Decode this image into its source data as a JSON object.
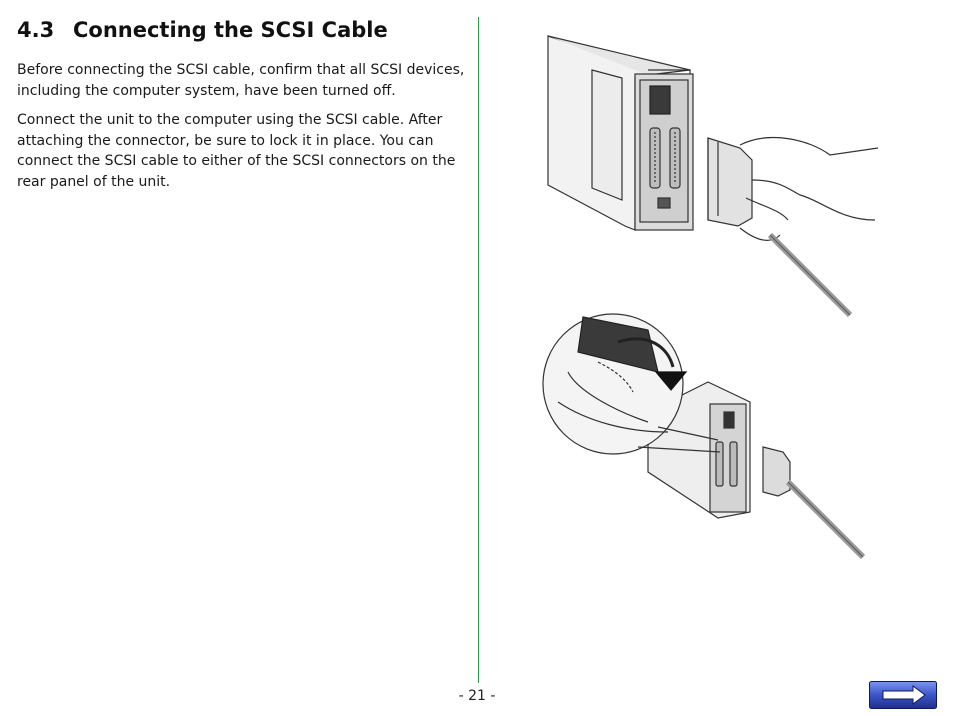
{
  "section": {
    "number": "4.3",
    "title": "Connecting the SCSI Cable"
  },
  "paragraphs": [
    "Before connecting the SCSI cable, confirm that all SCSI devices, including the computer system, have been turned off.",
    "Connect the unit to the computer using the SCSI cable.  After attaching the connector, be sure to lock it in place.  You can connect the SCSI cable to either of the SCSI connectors on the rear panel of the unit."
  ],
  "footer": {
    "page_number": "- 21 -"
  },
  "navigation": {
    "next_icon": "right-arrow-icon"
  },
  "colors": {
    "divider": "#2e9a4a",
    "nav_button": "#3b55c9"
  }
}
